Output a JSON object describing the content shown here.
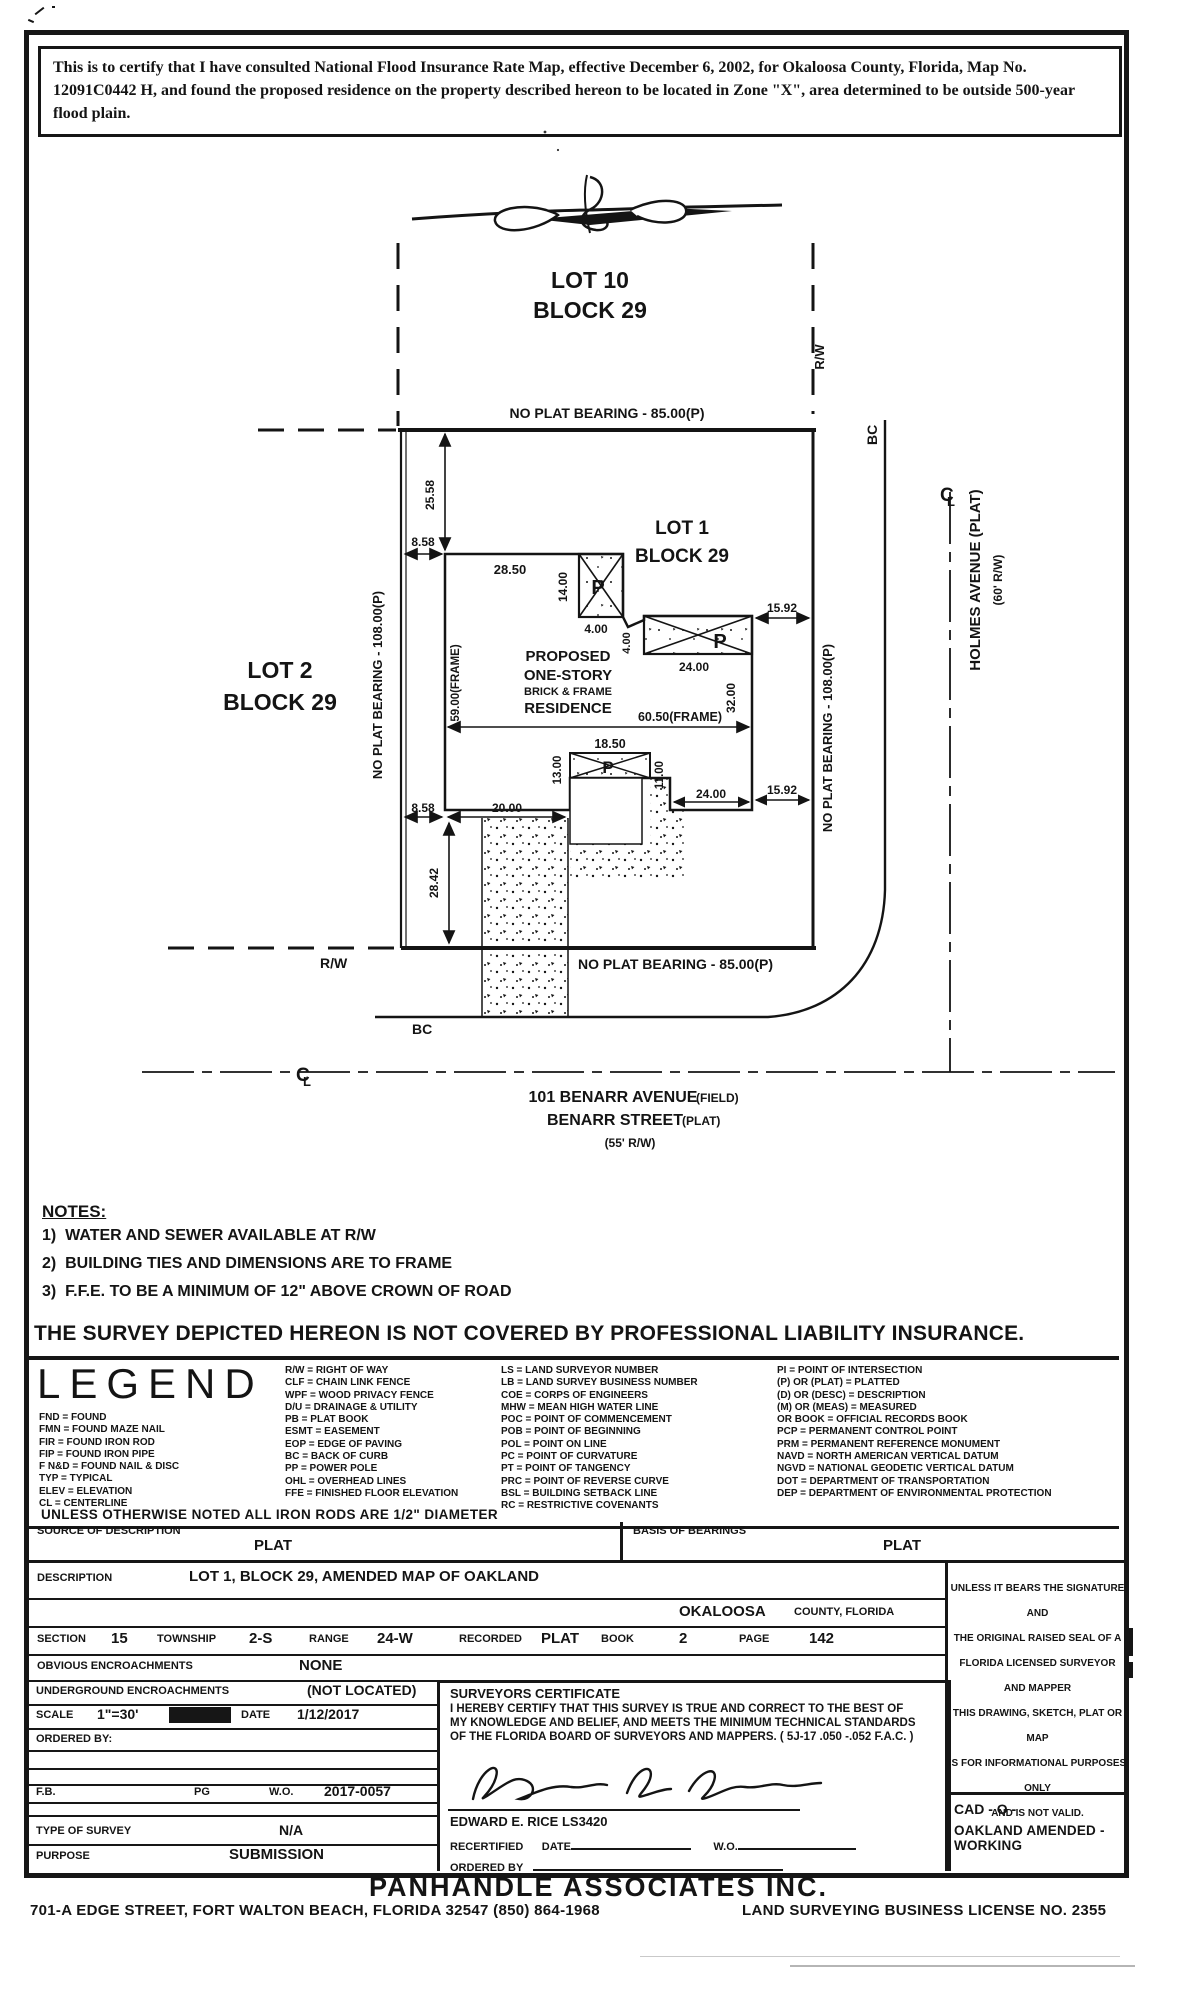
{
  "colors": {
    "ink": "#161616",
    "paper": "#ffffff"
  },
  "certification": {
    "text": "This is to certify that I have consulted National Flood Insurance Rate Map, effective December 6, 2002, for Okaloosa County, Florida, Map No. 12091C0442 H, and found the proposed residence on the property described hereon to be located in Zone \"X\", area determined to be outside 500-year flood plain."
  },
  "drawing": {
    "lot10": {
      "l1": "LOT 10",
      "l2": "BLOCK 29"
    },
    "lot2": {
      "l1": "LOT 2",
      "l2": "BLOCK 29"
    },
    "lot1": {
      "l1": "LOT 1",
      "l2": "BLOCK 29"
    },
    "boundaries": {
      "top": "NO PLAT BEARING - 85.00(P)",
      "bottom": "NO PLAT BEARING - 85.00(P)",
      "west": "NO PLAT BEARING - 108.00(P)",
      "east": "NO PLAT BEARING - 108.00(P)"
    },
    "residence": {
      "l1": "PROPOSED",
      "l2": "ONE-STORY",
      "l3": "BRICK & FRAME",
      "l4": "RESIDENCE"
    },
    "porch_p": "P",
    "rw": "R/W",
    "bc": "BC",
    "cl_c": "C",
    "cl_l": "L",
    "holmes": {
      "name": "HOLMES AVENUE (PLAT)",
      "rw": "(60' R/W)"
    },
    "benarr": {
      "l1": "101 BENARR AVENUE",
      "l1b": "(FIELD)",
      "l2": "BENARR STREET",
      "l2b": "(PLAT)",
      "l3": "(55' R/W)"
    },
    "dims": {
      "north_offset": "25.58",
      "west_tie_upper": "8.58",
      "front_west": "28.50",
      "porch1_depth": "14.00",
      "step_a": "4.00",
      "step_b": "4.00",
      "porch2_width": "24.00",
      "east_tie_upper": "15.92",
      "west_frame": "59.00(FRAME)",
      "total_frame": "60.50(FRAME)",
      "east_depth": "32.00",
      "porch3_width": "18.50",
      "porch3_west": "13.00",
      "porch3_east": "11.00",
      "rear_east": "24.00",
      "east_tie_lower": "15.92",
      "rear_west": "20.00",
      "west_tie_lower": "8.58",
      "south_offset": "28.42"
    }
  },
  "notes": {
    "title": "NOTES:",
    "items": [
      "1)  WATER AND SEWER AVAILABLE AT R/W",
      "2)  BUILDING TIES AND DIMENSIONS ARE TO FRAME",
      "3)  F.F.E. TO BE A MINIMUM OF 12\" ABOVE CROWN OF ROAD"
    ],
    "liability": "THE SURVEY DEPICTED HEREON IS NOT COVERED BY PROFESSIONAL LIABILITY INSURANCE."
  },
  "legend": {
    "title": "LEGEND",
    "col1": [
      "FND = FOUND",
      "FMN = FOUND MAZE NAIL",
      "FIR = FOUND IRON ROD",
      "FIP = FOUND IRON PIPE",
      "F N&D = FOUND NAIL & DISC",
      "TYP = TYPICAL",
      "ELEV = ELEVATION",
      "CL = CENTERLINE"
    ],
    "col2": [
      "R/W = RIGHT OF WAY",
      "CLF = CHAIN LINK FENCE",
      "WPF = WOOD PRIVACY FENCE",
      "D/U = DRAINAGE & UTILITY",
      "PB = PLAT BOOK",
      "ESMT = EASEMENT",
      "EOP = EDGE OF PAVING",
      "BC = BACK OF CURB",
      "PP = POWER POLE",
      "OHL = OVERHEAD LINES",
      "FFE = FINISHED FLOOR ELEVATION"
    ],
    "col3": [
      "LS = LAND SURVEYOR NUMBER",
      "LB = LAND SURVEY BUSINESS NUMBER",
      "COE = CORPS OF ENGINEERS",
      "MHW = MEAN HIGH WATER LINE",
      "POC = POINT OF COMMENCEMENT",
      "POB = POINT OF BEGINNING",
      "POL = POINT ON LINE",
      "PC = POINT OF CURVATURE",
      "PT = POINT OF TANGENCY",
      "PRC = POINT OF REVERSE CURVE",
      "BSL = BUILDING SETBACK LINE",
      "RC = RESTRICTIVE COVENANTS"
    ],
    "col4": [
      "PI = POINT OF INTERSECTION",
      "(P) OR (PLAT) = PLATTED",
      "(D) OR (DESC) = DESCRIPTION",
      "(M) OR (MEAS) = MEASURED",
      "OR BOOK = OFFICIAL RECORDS BOOK",
      "PCP = PERMANENT CONTROL POINT",
      "PRM = PERMANENT REFERENCE MONUMENT",
      "NAVD = NORTH AMERICAN VERTICAL DATUM",
      "NGVD = NATIONAL GEODETIC VERTICAL DATUM",
      "DOT = DEPARTMENT OF TRANSPORTATION",
      "DEP = DEPARTMENT OF ENVIRONMENTAL PROTECTION"
    ],
    "note": "UNLESS OTHERWISE NOTED ALL IRON RODS ARE 1/2\" DIAMETER"
  },
  "form": {
    "source_label": "SOURCE OF DESCRIPTION",
    "source_value": "PLAT",
    "basis_label": "BASIS OF BEARINGS",
    "basis_value": "PLAT",
    "description_label": "DESCRIPTION",
    "description_value": "LOT 1, BLOCK 29, AMENDED MAP OF OAKLAND",
    "county_value": "OKALOOSA",
    "county_label": "COUNTY, FLORIDA",
    "section_label": "SECTION",
    "section_value": "15",
    "township_label": "TOWNSHIP",
    "township_value": "2-S",
    "range_label": "RANGE",
    "range_value": "24-W",
    "recorded_label": "RECORDED",
    "recorded_value": "PLAT",
    "book_label": "BOOK",
    "book_value": "2",
    "page_label": "PAGE",
    "page_value": "142",
    "obvious_label": "OBVIOUS ENCROACHMENTS",
    "obvious_value": "NONE",
    "underground_label": "UNDERGROUND ENCROACHMENTS",
    "underground_value": "(NOT LOCATED)",
    "scale_label": "SCALE",
    "scale_value": "1\"=30'",
    "date_label": "DATE",
    "date_value": "1/12/2017",
    "ordered_by_label": "ORDERED BY:",
    "fb_label": "F.B.",
    "pg_label": "PG",
    "wo_label": "W.O.",
    "wo_value": "2017-0057",
    "type_label": "TYPE OF SURVEY",
    "type_value": "N/A",
    "purpose_label": "PURPOSE",
    "purpose_value": "SUBMISSION",
    "cert_title": "SURVEYORS CERTIFICATE",
    "cert_body": "I HEREBY CERTIFY THAT THIS SURVEY IS TRUE AND CORRECT TO THE BEST OF MY KNOWLEDGE AND BELIEF, AND MEETS THE MINIMUM TECHNICAL STANDARDS OF THE FLORIDA BOARD OF SURVEYORS AND MAPPERS. ( 5J-17  .050 -.052 F.A.C. )",
    "surveyor_name": "EDWARD E. RICE LS3420",
    "recertified_label": "RECERTIFIED",
    "recert_date_label": "DATE",
    "recert_wo_label": "W.O.",
    "ordered_by2_label": "ORDERED BY",
    "disclaimer_lines": [
      "UNLESS IT BEARS THE SIGNATURE AND",
      "THE ORIGINAL RAISED SEAL OF A",
      "FLORIDA LICENSED SURVEYOR AND MAPPER",
      "THIS DRAWING, SKETCH, PLAT OR MAP",
      "IS FOR INFORMATIONAL PURPOSES ONLY",
      "AND IS NOT VALID."
    ],
    "cad_line1": "CAD - O -",
    "cad_line2": "OAKLAND AMENDED - WORKING"
  },
  "footer": {
    "company": "PANHANDLE  ASSOCIATES  INC.",
    "address": "701-A EDGE STREET, FORT WALTON BEACH, FLORIDA 32547  (850) 864-1968",
    "license": "LAND SURVEYING BUSINESS LICENSE NO. 2355"
  }
}
